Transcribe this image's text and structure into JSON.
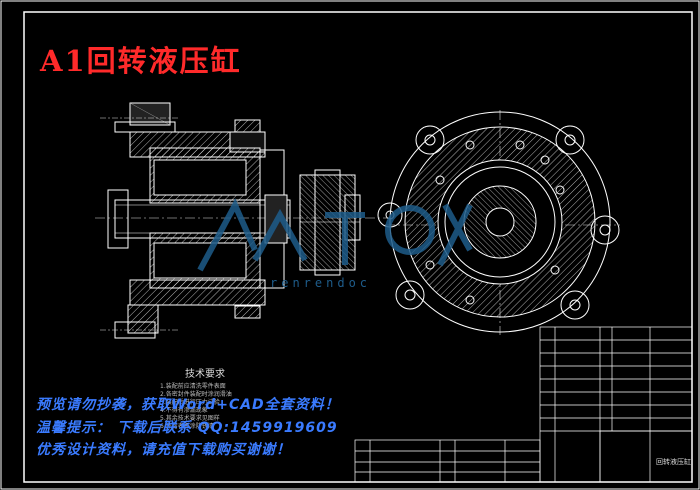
{
  "drawing": {
    "title": "A1回转液压缸",
    "tech_requirements_title": "技术要求",
    "tech_requirements": [
      "1.装配前应清洗零件表面",
      "2.各密封件装配时涂润滑油",
      "3.装配后进行压力试验",
      "4.不得有渗漏现象",
      "5.其余技术要求见图样",
      "6.外露表面涂防锈漆"
    ],
    "watermark_sub": "renrendoc",
    "title_block_label": "回转液压缸"
  },
  "promo": {
    "line1": "预览请勿抄袭，获取Word+CAD全套资料！",
    "line2": "温馨提示：  下载后联系 QQ:1459919609",
    "line3": "优秀设计资料，请充值下载购买谢谢！"
  },
  "colors": {
    "background": "#000000",
    "title": "#ff2a2a",
    "promo": "#3a7bff",
    "linework": "#ffffff",
    "watermark": "#1e5c8a"
  }
}
